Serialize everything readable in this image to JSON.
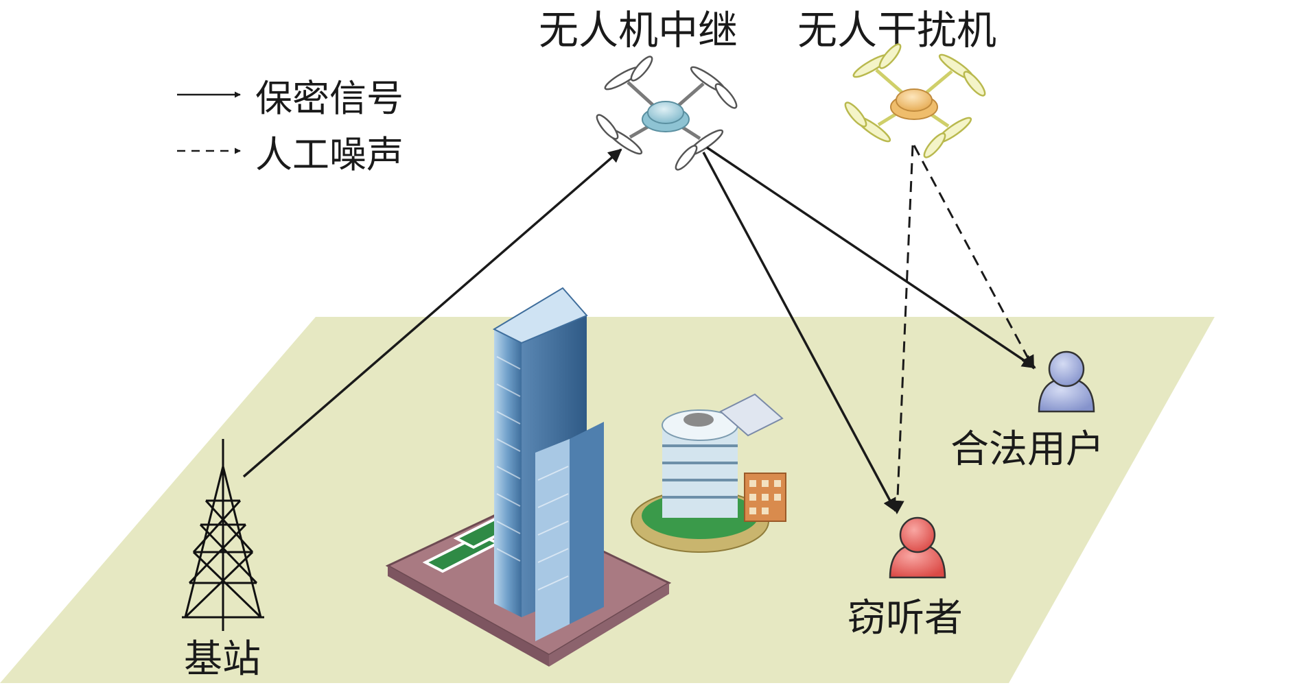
{
  "labels": {
    "relay": "无人机中继",
    "jammer": "无人干扰机",
    "legend_secure": "保密信号",
    "legend_noise": "人工噪声",
    "legitimate": "合法用户",
    "eavesdropper": "窃听者",
    "base_station": "基站"
  },
  "colors": {
    "ground": "#e6e8c2",
    "relay_body": "#a9d2de",
    "jammer_body": "#f6cc86",
    "jammer_arms": "#e4e59a",
    "user_legit": "#a8b4e0",
    "user_eve": "#ef6f6b",
    "building_blue": "#6f9fc9",
    "line": "#1a1a1a"
  }
}
